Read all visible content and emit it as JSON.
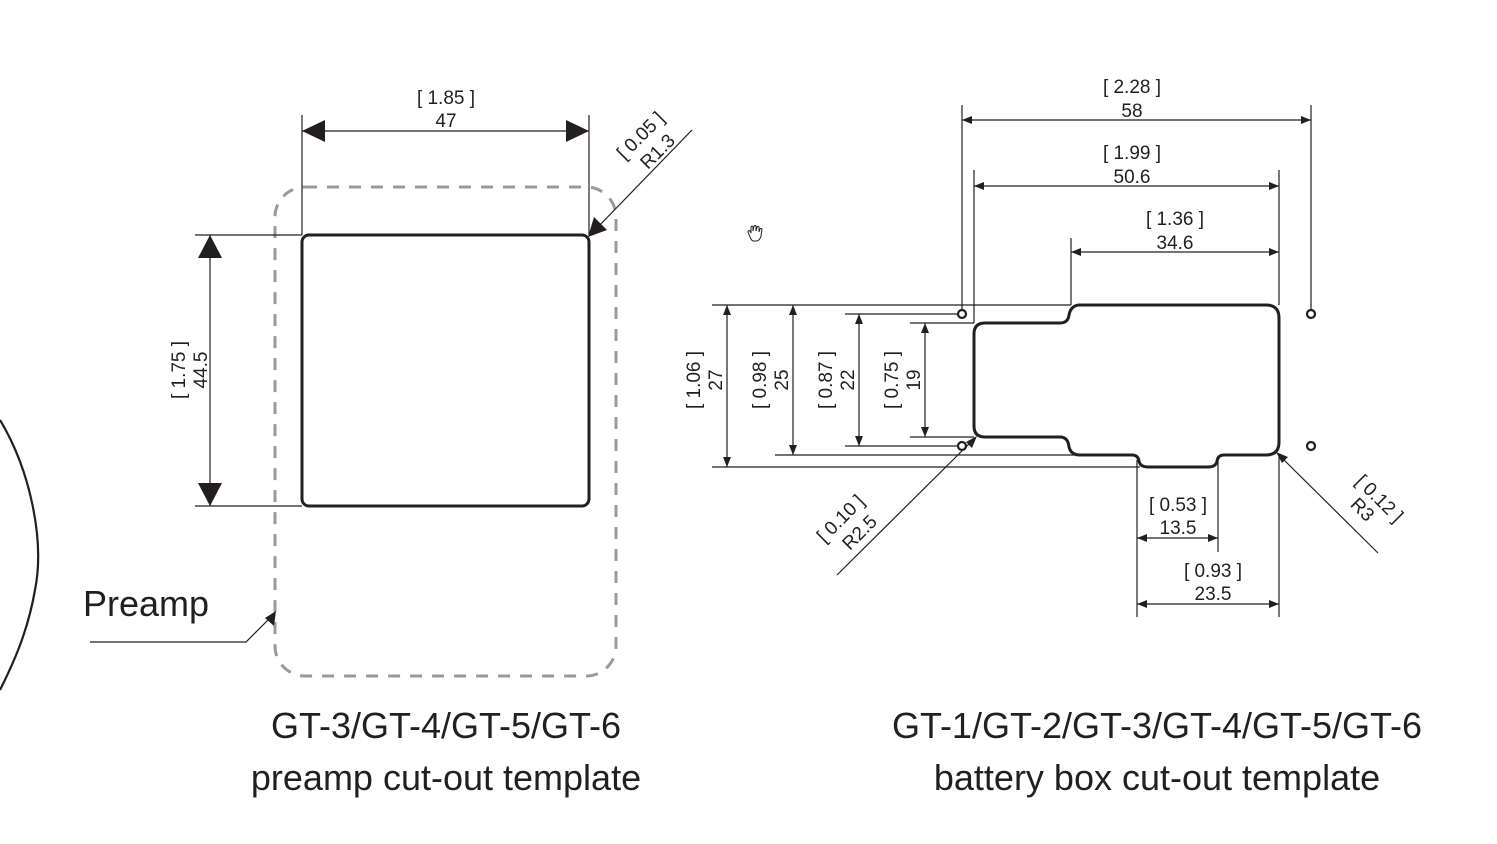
{
  "preamp": {
    "callout_label": "Preamp",
    "width_dim": {
      "inch": "[ 1.85 ]",
      "mm": "47"
    },
    "height_dim": {
      "inch": "[ 1.75 ]",
      "mm": "44.5"
    },
    "corner_radius_dim": {
      "inch": "[ 0.05 ]",
      "mm": "R1.3"
    },
    "caption_line1": "GT-3/GT-4/GT-5/GT-6",
    "caption_line2": "preamp cut-out template"
  },
  "battery_box": {
    "overall_width_dim": {
      "inch": "[ 2.28 ]",
      "mm": "58"
    },
    "body_width_dim": {
      "inch": "[ 1.99 ]",
      "mm": "50.6"
    },
    "wide_section_width_dim": {
      "inch": "[ 1.36 ]",
      "mm": "34.6"
    },
    "height_dims": [
      {
        "inch": "[ 1.06 ]",
        "mm": "27"
      },
      {
        "inch": "[ 0.98 ]",
        "mm": "25"
      },
      {
        "inch": "[ 0.87 ]",
        "mm": "22"
      },
      {
        "inch": "[ 0.75 ]",
        "mm": "19"
      }
    ],
    "tab_width_dim": {
      "inch": "[ 0.53 ]",
      "mm": "13.5"
    },
    "tab_offset_dim": {
      "inch": "[ 0.93 ]",
      "mm": "23.5"
    },
    "small_radius_dim": {
      "inch": "[ 0.10 ]",
      "mm": "R2.5"
    },
    "large_radius_dim": {
      "inch": "[ 0.12 ]",
      "mm": "R3"
    },
    "caption_line1": "GT-1/GT-2/GT-3/GT-4/GT-5/GT-6",
    "caption_line2": "battery box cut-out template"
  },
  "cursor": {
    "icon": "hand-cursor-icon"
  }
}
